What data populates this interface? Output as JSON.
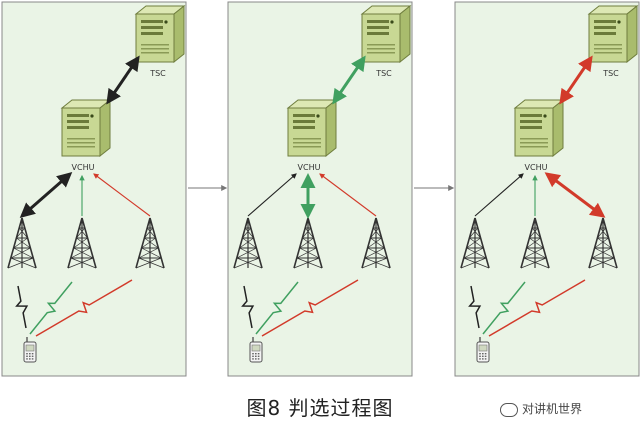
{
  "caption": "图8  判选过程图",
  "watermark": "对讲机世界",
  "labels": {
    "tsc": "TSC",
    "vchu": "VCHU"
  },
  "colors": {
    "panel_bg": "#eaf4e6",
    "panel_border": "#888888",
    "server_front": "#c8d894",
    "server_side": "#a9bc6d",
    "black_link": "#222222",
    "green_link": "#40a060",
    "red_link": "#d23a2a",
    "tower": "#333333"
  },
  "panels": [
    {
      "id": "panel-1",
      "tsc_link": {
        "color": "black",
        "bold": true,
        "dir": "both"
      },
      "tower_links": [
        {
          "tower": 0,
          "color": "black",
          "bold": true,
          "dir": "both"
        },
        {
          "tower": 1,
          "color": "green",
          "bold": false,
          "dir": "up"
        },
        {
          "tower": 2,
          "color": "red",
          "bold": false,
          "dir": "up"
        }
      ],
      "radio_paths": [
        {
          "tower": 0,
          "color": "black"
        },
        {
          "tower": 1,
          "color": "green"
        },
        {
          "tower": 2,
          "color": "red"
        }
      ]
    },
    {
      "id": "panel-2",
      "tsc_link": {
        "color": "green",
        "bold": true,
        "dir": "both"
      },
      "tower_links": [
        {
          "tower": 0,
          "color": "black",
          "bold": false,
          "dir": "up"
        },
        {
          "tower": 1,
          "color": "green",
          "bold": true,
          "dir": "both"
        },
        {
          "tower": 2,
          "color": "red",
          "bold": false,
          "dir": "up"
        }
      ],
      "radio_paths": [
        {
          "tower": 0,
          "color": "black"
        },
        {
          "tower": 1,
          "color": "green"
        },
        {
          "tower": 2,
          "color": "red"
        }
      ]
    },
    {
      "id": "panel-3",
      "tsc_link": {
        "color": "red",
        "bold": true,
        "dir": "both"
      },
      "tower_links": [
        {
          "tower": 0,
          "color": "black",
          "bold": false,
          "dir": "up"
        },
        {
          "tower": 1,
          "color": "green",
          "bold": false,
          "dir": "up"
        },
        {
          "tower": 2,
          "color": "red",
          "bold": true,
          "dir": "both"
        }
      ],
      "radio_paths": [
        {
          "tower": 0,
          "color": "black"
        },
        {
          "tower": 1,
          "color": "green"
        },
        {
          "tower": 2,
          "color": "red"
        }
      ]
    }
  ],
  "transitions": [
    {
      "from": "panel-1",
      "to": "panel-2"
    },
    {
      "from": "panel-2",
      "to": "panel-3"
    }
  ]
}
